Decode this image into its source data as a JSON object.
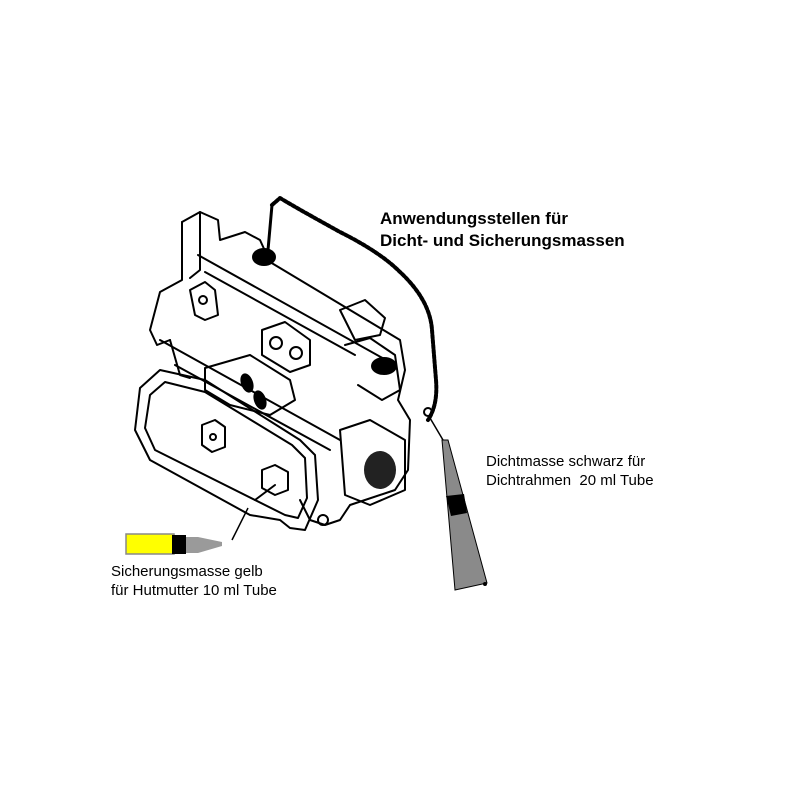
{
  "title": {
    "line1": "Anwendungsstellen für",
    "line2": "Dicht- und Sicherungsmassen"
  },
  "callouts": {
    "black_sealant": {
      "line1": "Dichtmasse schwarz für",
      "line2": "Dichtrahmen  20 ml Tube",
      "tube_color": "#8a8a8a",
      "band_color": "#000000"
    },
    "yellow_locking": {
      "line1": "Sicherungsmasse gelb",
      "line2": "für Hutmutter 10 ml Tube",
      "tube_color": "#ffff00",
      "cap_color": "#000000",
      "nozzle_color": "#9a9a9a"
    }
  },
  "illustration": {
    "subject": "engine-cylinder-head-cover"
  }
}
